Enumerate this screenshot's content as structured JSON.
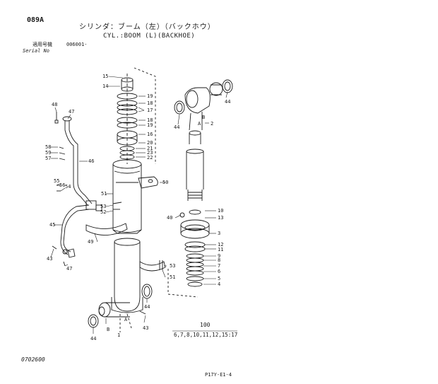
{
  "header": {
    "code": "089A",
    "title_jp": "シリンダ：ブーム（左）（バックホウ）",
    "title_en": "CYL.:BOOM (L)(BACKHOE)",
    "serial_label_jp": "適用号機",
    "serial_value": "006001-",
    "serial_label_en": "Serial No"
  },
  "kit": {
    "qty": "100",
    "items": "6,7,8,10,11,12,15:17"
  },
  "footer": {
    "doc_no": "0702600",
    "page_ref": "P17Y-E1-4"
  },
  "callouts": {
    "c15": "15",
    "c14": "14",
    "c19a": "19",
    "c18a": "18",
    "c17": "17",
    "c18b": "18",
    "c19b": "19",
    "c16": "16",
    "c20": "20",
    "c21": "21",
    "c23": "23",
    "c22": "22",
    "c48": "48",
    "c47a": "47",
    "c58": "58",
    "c59": "59",
    "c57": "57",
    "c46": "46",
    "c55": "55",
    "c54": "54",
    "c56": "56",
    "c51a": "51",
    "c50": "50",
    "c53a": "53",
    "c52": "52",
    "c45": "45",
    "c49": "49",
    "c43a": "43",
    "c47b": "47",
    "c53b": "53",
    "c51b": "51",
    "c44a": "44",
    "c43b": "43",
    "c44b": "44",
    "c44c": "44",
    "c44d": "44",
    "cA1": "A",
    "c1": "1",
    "cB1": "B",
    "cB2": "B",
    "cA2": "A",
    "c2": "2",
    "c10": "10",
    "c40": "40",
    "c13": "13",
    "c3": "3",
    "c12": "12",
    "c11": "11",
    "c9": "9",
    "c8": "8",
    "c7": "7",
    "c6": "6",
    "c5": "5",
    "c4": "4"
  }
}
